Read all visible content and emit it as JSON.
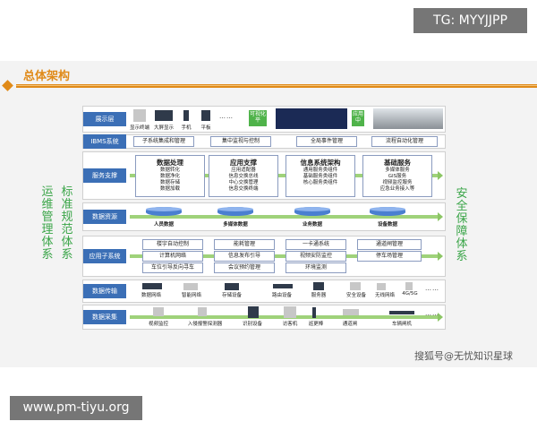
{
  "watermark_top": "TG: MYYJJPP",
  "watermark_bottom": "www.pm-tiyu.org",
  "credit": "搜狐号@无忧知识星球",
  "title": "总体架构",
  "left_labels": [
    "运维管理体系",
    "标准规范体系"
  ],
  "right_label": "安全保障体系",
  "colors": {
    "accent": "#e08a18",
    "tab": "#3b6fb6",
    "band": "#9fd27a",
    "side_text": "#3aa548"
  },
  "layers": {
    "display": {
      "label": "展示层",
      "items": [
        "显示终端",
        "大屏显示",
        "手机",
        "平板"
      ],
      "more": "……",
      "tag1": "可视化平",
      "tag2": "应用中"
    },
    "ibms": {
      "label": "IBMS系统",
      "pills": [
        "子系统集成和管理",
        "集中监视与控制",
        "全局事件管理",
        "流程自动化管理"
      ]
    },
    "service": {
      "label": "服务支撑",
      "boxes": [
        {
          "title": "数据处理",
          "lines": [
            "数据转化",
            "数据净化",
            "数据存储",
            "数据加载"
          ]
        },
        {
          "title": "应用支撑",
          "lines": [
            "应用适配器",
            "信息交换总线",
            "中心交换管理",
            "信息交换终端"
          ]
        },
        {
          "title": "信息系统架构",
          "lines": [
            "通用服务类组件",
            "基础服务类组件",
            "核心服务类组件"
          ]
        },
        {
          "title": "基础服务",
          "lines": [
            "多媒体服务",
            "GIS服务",
            "视频监控服务",
            "应急业务接入等"
          ]
        }
      ]
    },
    "resources": {
      "label": "数据资源",
      "items": [
        "人员数据",
        "多媒体数据",
        "业务数据",
        "设备数据"
      ]
    },
    "apps": {
      "label": "应用子系统",
      "rows": [
        [
          "楼宇自动控制",
          "能耗管理",
          "一卡通系统",
          "通道闸管理"
        ],
        [
          "计算机网络",
          "信息发布引导",
          "视频安防监控",
          "停车场管理"
        ],
        [
          "车位引导反向寻车",
          "会议预约管理",
          "环境监测"
        ]
      ]
    },
    "transport": {
      "label": "数据传输",
      "items": [
        "数据网络",
        "智能网络",
        "存储设备",
        "路由设备",
        "服务器",
        "安全设备",
        "无线网络",
        "4G/5G"
      ],
      "more": "……"
    },
    "collection": {
      "label": "数据采集",
      "items": [
        "视频监控",
        "入侵报警探测器",
        "识别设备",
        "访客机",
        "巡更棒",
        "通道闸",
        "车辆闸机"
      ],
      "more": "……"
    }
  }
}
